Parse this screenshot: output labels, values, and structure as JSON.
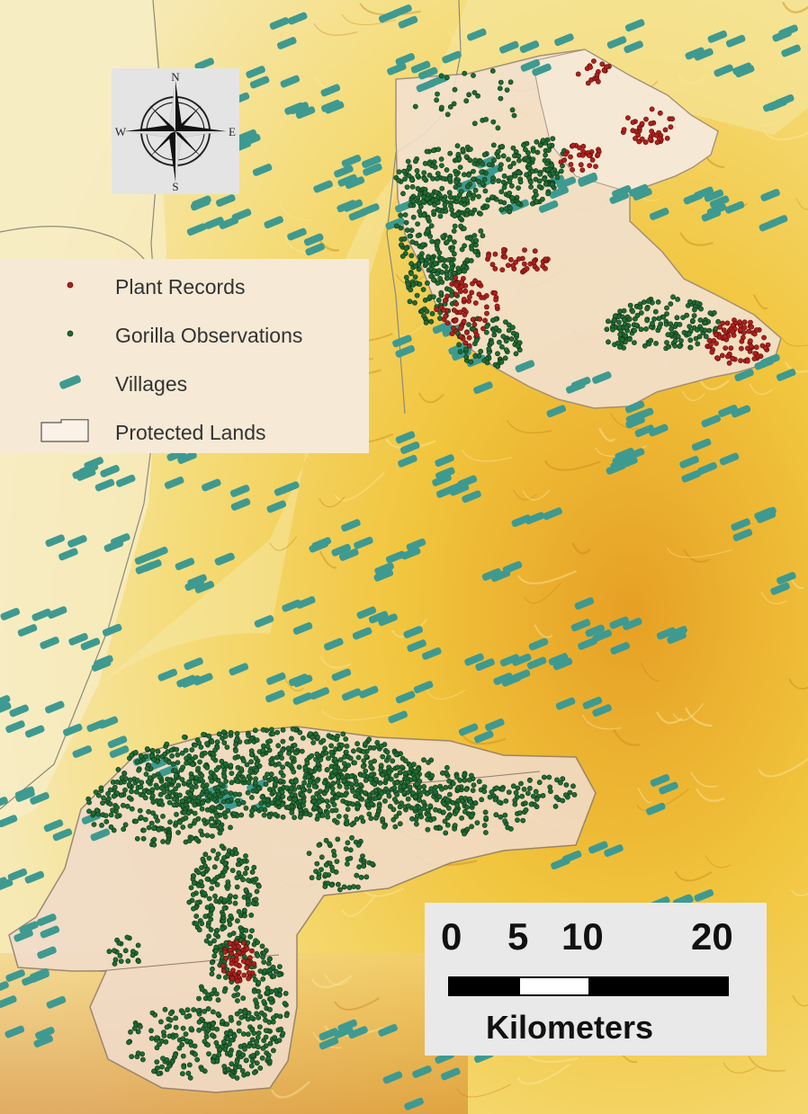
{
  "compass": {
    "n": "N",
    "s": "S",
    "e": "E",
    "w": "W"
  },
  "legend": {
    "items": [
      {
        "label": "Plant Records",
        "symbol": "red-dot-icon"
      },
      {
        "label": "Gorilla Observations",
        "symbol": "green-dot-icon"
      },
      {
        "label": "Villages",
        "symbol": "village-dash-icon"
      },
      {
        "label": "Protected Lands",
        "symbol": "protected-area-icon"
      }
    ]
  },
  "scalebar": {
    "ticks": [
      "0",
      "5",
      "10",
      "20"
    ],
    "unit": "Kilometers"
  },
  "colors": {
    "plant": "#b0201c",
    "gorilla": "#1f6b33",
    "village": "#3e9a90",
    "protected": "#f3e1cf",
    "terrain_light": "#f4e6a8",
    "terrain_mid": "#f0c23a",
    "terrain_dark": "#d98a18"
  }
}
